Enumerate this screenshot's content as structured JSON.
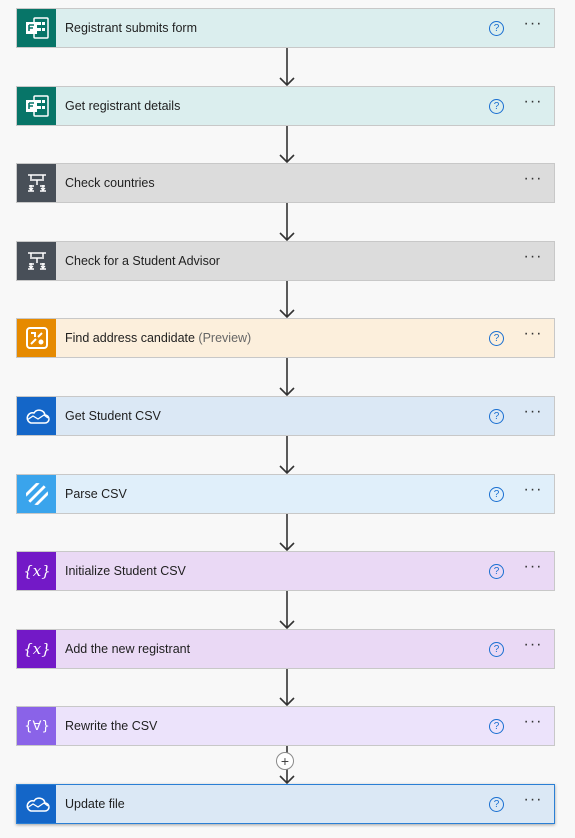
{
  "steps": [
    {
      "title": "Registrant submits form",
      "suffix": "",
      "icon": "forms-icon",
      "bg": "#dbeeee",
      "iconBg": "#077568",
      "help": true
    },
    {
      "title": "Get registrant details",
      "suffix": "",
      "icon": "forms-icon",
      "bg": "#dbeeee",
      "iconBg": "#077568",
      "help": true
    },
    {
      "title": "Check countries",
      "suffix": "",
      "icon": "condition-icon",
      "bg": "#dcdcdc",
      "iconBg": "#484f58",
      "help": false
    },
    {
      "title": "Check for a Student Advisor",
      "suffix": "",
      "icon": "condition-icon",
      "bg": "#dcdcdc",
      "iconBg": "#484f58",
      "help": false
    },
    {
      "title": "Find address candidate",
      "suffix": "(Preview)",
      "icon": "map-icon",
      "bg": "#fcefdc",
      "iconBg": "#e68a00",
      "help": true
    },
    {
      "title": "Get Student CSV",
      "suffix": "",
      "icon": "onedrive-icon",
      "bg": "#dbe8f5",
      "iconBg": "#1466c8",
      "help": true
    },
    {
      "title": "Parse CSV",
      "suffix": "",
      "icon": "stripes-icon",
      "bg": "#e0effa",
      "iconBg": "#3aa4ec",
      "help": true
    },
    {
      "title": "Initialize Student CSV",
      "suffix": "",
      "icon": "variable-icon",
      "bg": "#ead9f5",
      "iconBg": "#7319c7",
      "help": true
    },
    {
      "title": "Add the new registrant",
      "suffix": "",
      "icon": "variable-icon",
      "bg": "#ead9f5",
      "iconBg": "#7319c7",
      "help": true
    },
    {
      "title": "Rewrite the CSV",
      "suffix": "",
      "icon": "compose-icon",
      "bg": "#ece3fb",
      "iconBg": "#8a63e8",
      "help": true
    },
    {
      "title": "Update file",
      "suffix": "",
      "icon": "onedrive-icon",
      "bg": "#dbe8f5",
      "iconBg": "#1466c8",
      "help": true,
      "selected": true
    }
  ],
  "help_glyph": "?",
  "more_glyph": "···",
  "plus_glyph": "+"
}
